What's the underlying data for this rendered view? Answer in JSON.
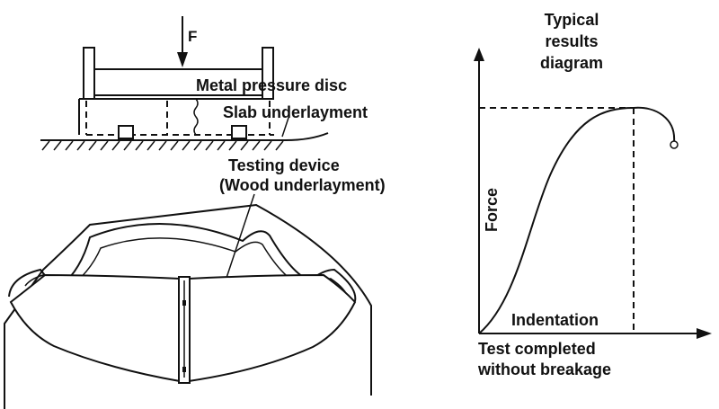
{
  "labels": {
    "force_symbol": "F",
    "pressure_disc": "Metal pressure disc",
    "slab_underlayment": "Slab underlayment",
    "testing_device_line1": "Testing device",
    "testing_device_line2": "(Wood underlayment)"
  },
  "results_diagram": {
    "title_line1": "Typical",
    "title_line2": "results",
    "title_line3": "diagram",
    "y_axis_label": "Force",
    "x_axis_label": "Indentation",
    "caption_line1": "Test completed",
    "caption_line2": "without breakage"
  }
}
